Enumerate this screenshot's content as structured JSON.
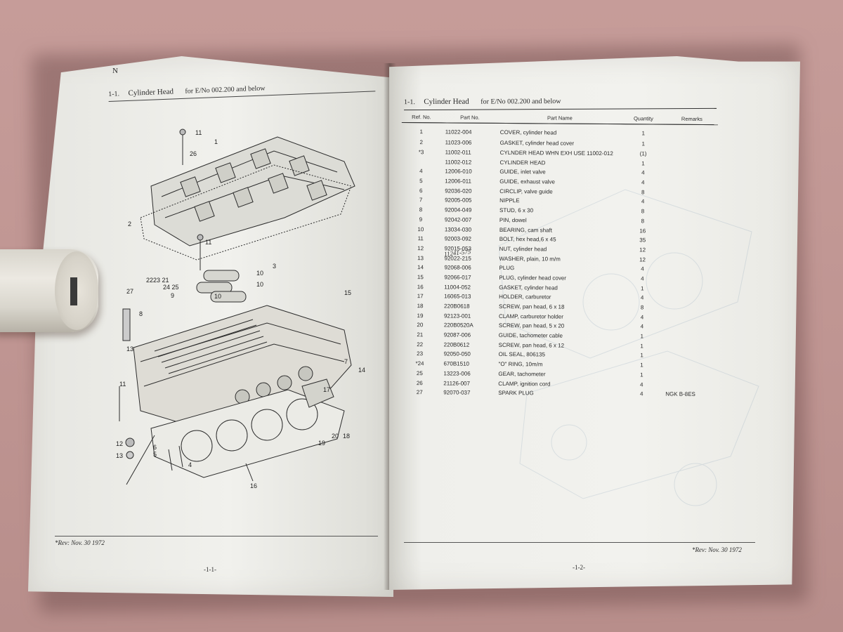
{
  "left_page": {
    "corner_mark": "N",
    "header": {
      "section_number": "1-1.",
      "title": "Cylinder Head",
      "applicability": "for E/No 002.200 and below"
    },
    "diagram_callouts": [
      "11",
      "26",
      "1",
      "2",
      "11",
      "3",
      "10",
      "10",
      "10",
      "9",
      "22",
      "23",
      "21",
      "24",
      "25",
      "27",
      "8",
      "15",
      "13",
      "7",
      "14",
      "11",
      "17",
      "12",
      "13",
      "6",
      "5",
      "4",
      "16",
      "19",
      "20",
      "18"
    ],
    "footer_revision": "*Rev: Nov. 30 1972",
    "page_number": "-1-1-"
  },
  "right_page": {
    "header": {
      "section_number": "1-1.",
      "title": "Cylinder Head",
      "applicability": "for E/No 002.200 and below"
    },
    "table": {
      "columns": [
        "Ref. No.",
        "Part No.",
        "Part Name",
        "Quantity",
        "Remarks"
      ],
      "rows": [
        {
          "ref": "1",
          "part_no": "11022-004",
          "name": "COVER, cylinder head",
          "qty": "1",
          "remarks": ""
        },
        {
          "ref": "2",
          "part_no": "11023-006",
          "name": "GASKET, cylinder head cover",
          "qty": "1",
          "remarks": ""
        },
        {
          "ref": "*3",
          "part_no": "11002-011",
          "name": "CYLNDER HEAD WHN EXH USE 11002-012",
          "qty": "(1)",
          "remarks": ""
        },
        {
          "ref": "",
          "part_no": "11002-012",
          "name": "CYLINDER HEAD",
          "qty": "1",
          "remarks": ""
        },
        {
          "ref": "4",
          "part_no": "12006-010",
          "name": "GUIDE, inlet valve",
          "qty": "4",
          "remarks": ""
        },
        {
          "ref": "5",
          "part_no": "12006-011",
          "name": "GUIDE, exhaust valve",
          "qty": "4",
          "remarks": ""
        },
        {
          "ref": "6",
          "part_no": "92036-020",
          "name": "CIRCLIP, valve guide",
          "qty": "8",
          "remarks": ""
        },
        {
          "ref": "7",
          "part_no": "92005-005",
          "name": "NIPPLE",
          "qty": "4",
          "remarks": ""
        },
        {
          "ref": "8",
          "part_no": "92004-049",
          "name": "STUD, 6 x 30",
          "qty": "8",
          "remarks": ""
        },
        {
          "ref": "9",
          "part_no": "92042-007",
          "name": "PIN, dowel",
          "qty": "8",
          "remarks": ""
        },
        {
          "ref": "10",
          "part_no": "13034-030",
          "name": "BEARING, cam shaft",
          "qty": "16",
          "remarks": ""
        },
        {
          "ref": "11",
          "part_no": "92003-092",
          "name": "BOLT, hex head,6 x 45",
          "qty": "35",
          "remarks": ""
        },
        {
          "ref": "12",
          "part_no": "92015-053",
          "name": "NUT, cylinder head",
          "qty": "12",
          "remarks": ""
        },
        {
          "ref": "13",
          "part_no": "92022-215",
          "name": "WASHER, plain, 10 m/m",
          "qty": "12",
          "remarks": ""
        },
        {
          "ref": "14",
          "part_no": "92068-006",
          "name": "PLUG",
          "qty": "4",
          "remarks": ""
        },
        {
          "ref": "15",
          "part_no": "92066-017",
          "name": "PLUG, cylinder head cover",
          "qty": "4",
          "remarks": ""
        },
        {
          "ref": "16",
          "part_no": "11004-052",
          "name": "GASKET, cylinder head",
          "qty": "1",
          "remarks": ""
        },
        {
          "ref": "17",
          "part_no": "16065-013",
          "name": "HOLDER, carburetor",
          "qty": "4",
          "remarks": ""
        },
        {
          "ref": "18",
          "part_no": "220B0618",
          "name": "SCREW, pan head, 6 x 18",
          "qty": "8",
          "remarks": ""
        },
        {
          "ref": "19",
          "part_no": "92123-001",
          "name": "CLAMP, carburetor holder",
          "qty": "4",
          "remarks": ""
        },
        {
          "ref": "20",
          "part_no": "220B0520A",
          "name": "SCREW, pan head, 5 x 20",
          "qty": "4",
          "remarks": ""
        },
        {
          "ref": "21",
          "part_no": "92087-006",
          "name": "GUIDE, tachometer cable",
          "qty": "1",
          "remarks": ""
        },
        {
          "ref": "22",
          "part_no": "220B0612",
          "name": "SCREW, pan head, 6 x 12",
          "qty": "1",
          "remarks": ""
        },
        {
          "ref": "23",
          "part_no": "92050-050",
          "name": "OIL SEAL, 806135",
          "qty": "1",
          "remarks": ""
        },
        {
          "ref": "*24",
          "part_no": "670B1510",
          "name": "\"O\" RING, 10m/m",
          "qty": "1",
          "remarks": ""
        },
        {
          "ref": "25",
          "part_no": "13223-006",
          "name": "GEAR, tachometer",
          "qty": "1",
          "remarks": ""
        },
        {
          "ref": "26",
          "part_no": "21126-007",
          "name": "CLAMP, ignition cord",
          "qty": "4",
          "remarks": ""
        },
        {
          "ref": "27",
          "part_no": "92070-037",
          "name": "SPARK PLUG",
          "qty": "4",
          "remarks": "NGK B-8ES"
        }
      ]
    },
    "handwritten_note": "11241-575",
    "footer_revision": "*Rev: Nov. 30 1972",
    "page_number": "-1-2-"
  }
}
